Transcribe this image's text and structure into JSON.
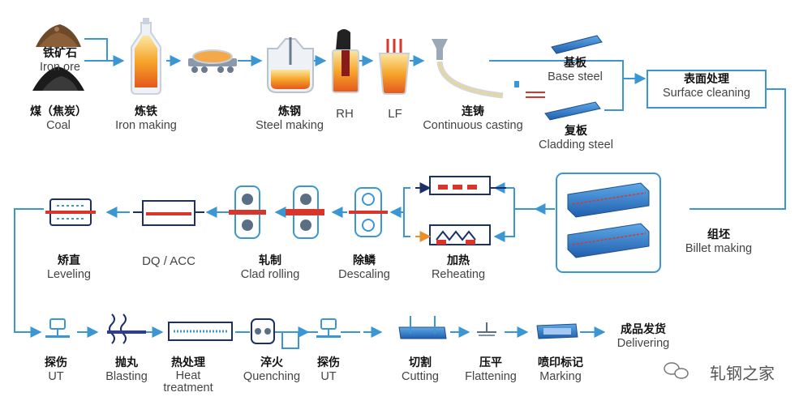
{
  "colors": {
    "line": "#3b97d3",
    "strip": "#d9362b",
    "steel_blue": "#2e7cc6",
    "molten": "#f2a31c"
  },
  "top_row": {
    "iron_ore": {
      "zh": "铁矿石",
      "en": "Iron ore"
    },
    "coal": {
      "zh": "煤（焦炭）",
      "en": "Coal"
    },
    "iron_making": {
      "zh": "炼铁",
      "en": "Iron making"
    },
    "steel_making": {
      "zh": "炼钢",
      "en": "Steel making"
    },
    "rh": {
      "en": "RH"
    },
    "lf": {
      "en": "LF"
    },
    "continuous_casting": {
      "zh": "连铸",
      "en": "Continuous casting"
    },
    "base_steel": {
      "zh": "基板",
      "en": "Base steel"
    },
    "cladding_steel": {
      "zh": "复板",
      "en": "Cladding steel"
    },
    "surface_cleaning": {
      "zh": "表面处理",
      "en": "Surface cleaning"
    }
  },
  "middle_row": {
    "billet_making": {
      "zh": "组坯",
      "en": "Billet making"
    },
    "reheating": {
      "zh": "加热",
      "en": "Reheating"
    },
    "descaling": {
      "zh": "除鳞",
      "en": "Descaling"
    },
    "clad_rolling": {
      "zh": "轧制",
      "en": "Clad rolling"
    },
    "dq_acc": {
      "en": "DQ / ACC"
    },
    "leveling": {
      "zh": "矫直",
      "en": "Leveling"
    }
  },
  "bottom_row": {
    "ut1": {
      "zh": "探伤",
      "en": "UT"
    },
    "blasting": {
      "zh": "抛丸",
      "en": "Blasting"
    },
    "heat_treatment": {
      "zh": "热处理",
      "en1": "Heat",
      "en2": "treatment"
    },
    "quenching": {
      "zh": "淬火",
      "en": "Quenching"
    },
    "ut2": {
      "zh": "探伤",
      "en": "UT"
    },
    "cutting": {
      "zh": "切割",
      "en": "Cutting"
    },
    "flattening": {
      "zh": "压平",
      "en": "Flattening"
    },
    "marking": {
      "zh": "喷印标记",
      "en": "Marking"
    },
    "delivering": {
      "zh": "成品发货",
      "en": "Delivering"
    }
  },
  "watermark": "轧钢之家",
  "icons": [
    "ore-pile-icon",
    "coal-pile-icon",
    "blast-furnace-icon",
    "torpedo-car-icon",
    "converter-icon",
    "rh-vessel-icon",
    "lf-ladle-icon",
    "caster-icon",
    "plate-icon",
    "billet-stack-icon",
    "furnace-icon",
    "descaler-icon",
    "rolling-mill-icon",
    "cooling-icon",
    "leveler-icon",
    "ut-probe-icon",
    "shot-blast-icon",
    "heat-furnace-icon",
    "quench-icon",
    "cutting-icon",
    "press-icon",
    "marking-icon",
    "wechat-icon"
  ]
}
